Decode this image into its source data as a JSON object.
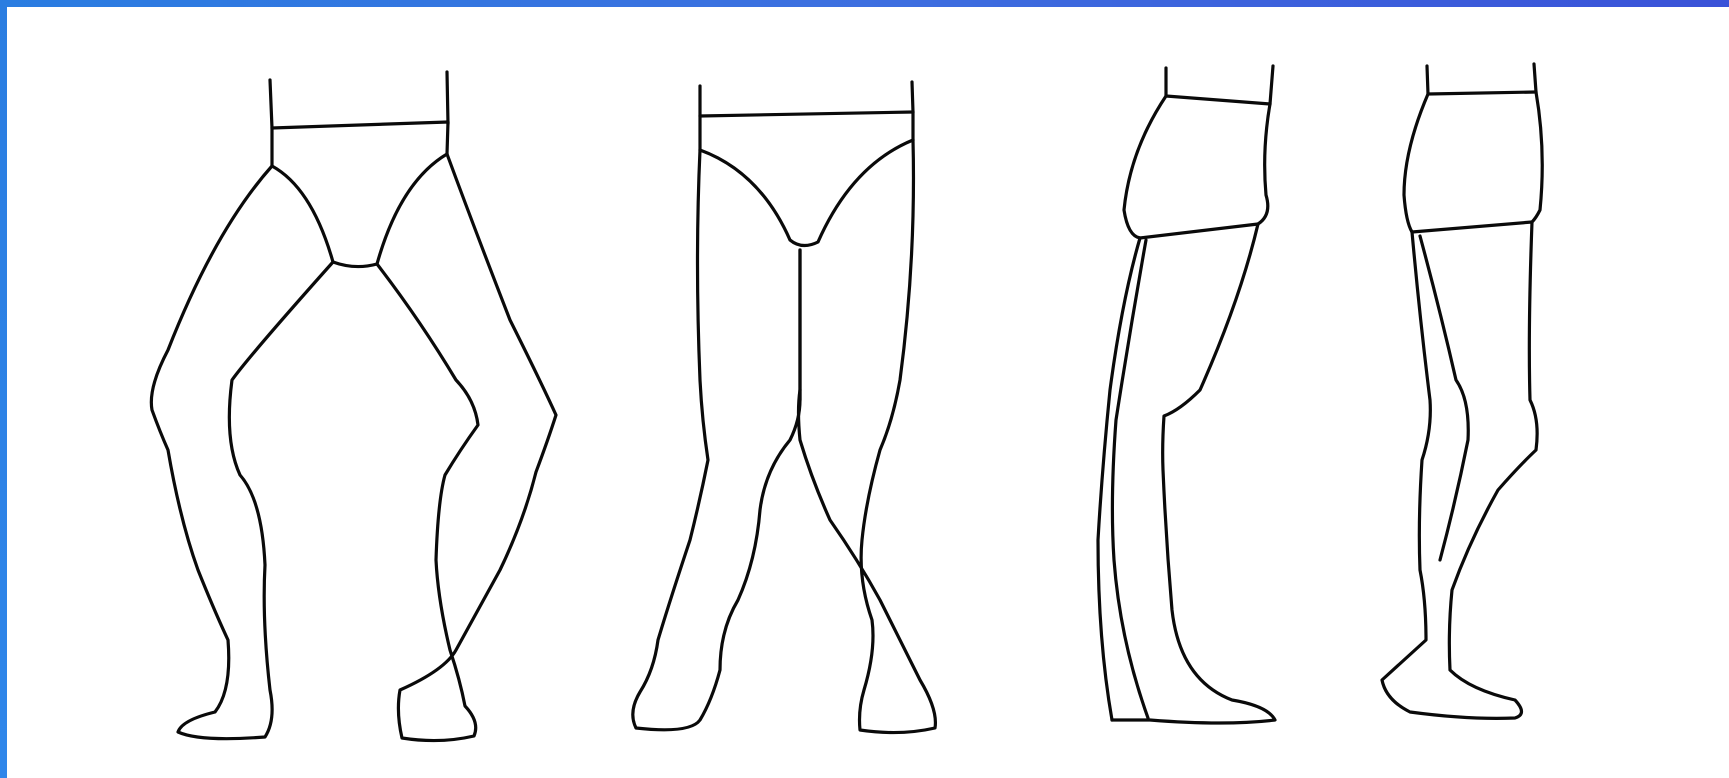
{
  "slide": {
    "accent_top": "#3d6fe0",
    "accent_left": "#2a7de1",
    "background": "#ffffff"
  },
  "figures": [
    {
      "name": "o-shaped-legs-front-view"
    },
    {
      "name": "x-shaped-legs-front-view"
    },
    {
      "name": "hyperextended-knee-side-view"
    },
    {
      "name": "bent-knee-side-view"
    }
  ]
}
